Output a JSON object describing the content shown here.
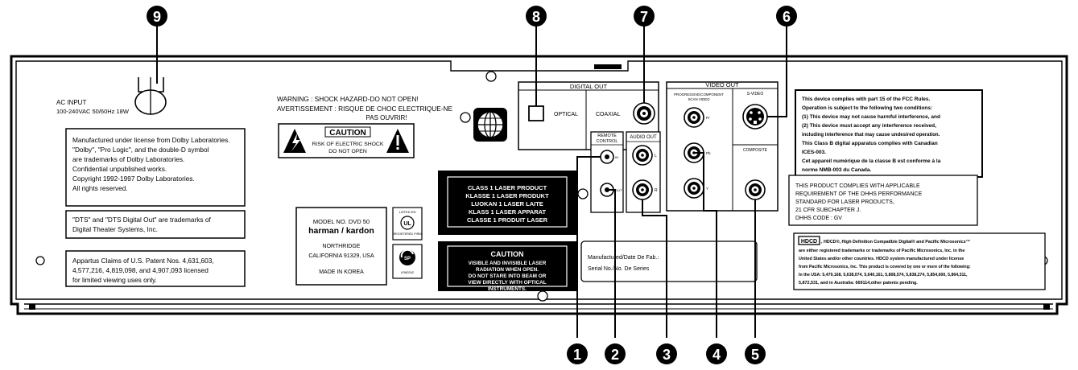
{
  "callouts": [
    {
      "id": "1",
      "label": "❶"
    },
    {
      "id": "2",
      "label": "❷"
    },
    {
      "id": "3",
      "label": "❸"
    },
    {
      "id": "4",
      "label": "❹"
    },
    {
      "id": "5",
      "label": "❺"
    },
    {
      "id": "6",
      "label": "❻"
    },
    {
      "id": "7",
      "label": "❼"
    },
    {
      "id": "8",
      "label": "❽"
    },
    {
      "id": "9",
      "label": "❾"
    }
  ],
  "ac_input": {
    "line1": "AC INPUT",
    "line2": "100-240VAC 50/60Hz 18W"
  },
  "dolby_notice": {
    "lines": [
      "Manufactured under license from Dolby Laboratories.",
      "\"Dolby\", \"Pro Logic\", and the double-D symbol",
      "are trademarks of Dolby Laboratories.",
      "Confidential unpublished works.",
      "Copyright 1992-1997 Dolby Laboratories.",
      "All rights reserved."
    ]
  },
  "dts_notice": {
    "lines": [
      "\"DTS\" and \"DTS Digital Out\" are trademarks of",
      "Digital Theater Systems, Inc."
    ]
  },
  "patent_notice": {
    "lines": [
      "Appartus Claims of U.S. Patent Nos. 4,631,603,",
      "4,577,216, 4,819,098, and 4,907,093 licensed",
      "for limited viewing uses only."
    ]
  },
  "warning": {
    "line1": "WARNING : SHOCK HAZARD-DO NOT OPEN!",
    "line2": "AVERTISSEMENT : RISQUE DE CHOC ELECTRIQUE-NE",
    "line3": "PAS OUVRIR!"
  },
  "caution_label": {
    "title": "CAUTION",
    "line1": "RISK OF ELECTRIC SHOCK",
    "line2": "DO NOT OPEN"
  },
  "model_label": {
    "model": "MODEL NO. DVD 50",
    "brand": "harman / kardon",
    "city": "NORTHRIDGE",
    "state": "CALIFORNIA 91329, USA",
    "origin": "MADE IN KOREA"
  },
  "ul_mark": {
    "top": "LISTED EN",
    "bottom": "REGISTERED FIRM"
  },
  "csa_mark": {
    "bottom": "LR80242"
  },
  "laser_class": {
    "lines": [
      "CLASS 1 LASER PRODUCT",
      "KLASSE 1 LASER PRODUKT",
      "LUOKAN 1 LASER LAITE",
      "KLASS 1 LASER APPARAT",
      "CLASSE 1 PRODUIT LASER"
    ]
  },
  "laser_caution": {
    "title": "CAUTION",
    "lines": [
      "VISIBLE AND INVISIBLE LASER",
      "RADIATION WHEN OPEN.",
      "DO NOT STARE INTO BEAM OR",
      "VIEW DIRECTLY WITH OPTICAL",
      "INSTRUMENTS."
    ]
  },
  "digital_out": {
    "title": "DIGITAL OUT",
    "optical": "OPTICAL",
    "coaxial": "COAXIAL"
  },
  "remote_control": {
    "title_line1": "REMOTE",
    "title_line2": "CONTROL",
    "in": "IN",
    "out": "OUT"
  },
  "audio_out": {
    "title": "AUDIO OUT",
    "left": "L",
    "right": "R"
  },
  "video_out": {
    "title": "VIDEO OUT",
    "component_line1": "PROGRESSIVE/COMPONENT",
    "component_line2": "SCAN          VIDEO",
    "pr": "Pr",
    "pb": "Pb",
    "y": "Y",
    "svideo": "S-VIDEO",
    "composite": "COMPOSITE"
  },
  "manufactured_label": {
    "line1": "Manufactured/Date De Fab.:",
    "line2": "Serial No./No. De Series"
  },
  "fcc_notice": {
    "lines": [
      "This device complies with part 15 of the FCC Rules.",
      "Operation is subject to the following two conditions:",
      "(1) This device may not cause harmful interference, and",
      "(2) This device must accept any interference received,",
      "including interference that may cause undesired operation.",
      "This Class B digital apparatus complies with Canadian",
      "ICES-003.",
      "Cet appareil numérique de la classe B est conforme à la",
      "norme NMB-003 du Canada."
    ]
  },
  "dhhs_notice": {
    "lines": [
      "THIS PRODUCT COMPLIES WITH APPLICABLE",
      "REQUIREMENT OF THE DHHS PERFORMANCE",
      "STANDARD FOR LASER PRODUCTS,",
      "21 CFR SUBCHAPTER J.",
      "DHHS CODE : GV"
    ]
  },
  "hdcd_notice": {
    "logo": "HDCD",
    "lines": [
      ", HDCD®, High Definition Compatible Digital® and Pacific Microsonics™",
      "are either registered trademarks or trademarks of Pacific Microsonics, Inc. in the",
      "United States and/or other countries.  HDCD system manufactured under license",
      "from Pacific Microsonics, Inc.  This product is covered by one or more of the following:",
      "In the USA: 5,479,168, 5,638,074, 5,640,161, 5,808,574, 5,838,274, 5,854,600, 5,864,311,",
      "5,872,531, and in Australia: 669114,other patents pending."
    ]
  }
}
